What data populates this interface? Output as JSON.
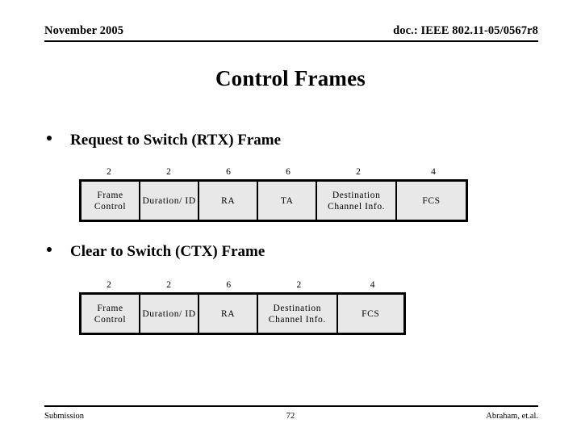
{
  "header": {
    "date": "November 2005",
    "doc_reference": "doc.: IEEE 802.11-05/0567r8"
  },
  "title": "Control Frames",
  "sections": [
    {
      "bullet_label": "Request to Switch (RTX) Frame",
      "frame": {
        "sizes": [
          "2",
          "2",
          "6",
          "6",
          "2",
          "4"
        ],
        "fields": [
          "Frame Control",
          "Duration/ ID",
          "RA",
          "TA",
          "Destination Channel Info.",
          "FCS"
        ]
      }
    },
    {
      "bullet_label": "Clear to Switch (CTX) Frame",
      "frame": {
        "sizes": [
          "2",
          "2",
          "6",
          "2",
          "4"
        ],
        "fields": [
          "Frame Control",
          "Duration/ ID",
          "RA",
          "Destination Channel Info.",
          "FCS"
        ]
      }
    }
  ],
  "footer": {
    "left": "Submission",
    "page_number": "72",
    "right": "Abraham, et.al."
  },
  "colors": {
    "cell_fill": "#e8e8e8",
    "border": "#000000",
    "text": "#000000",
    "background": "#ffffff"
  }
}
